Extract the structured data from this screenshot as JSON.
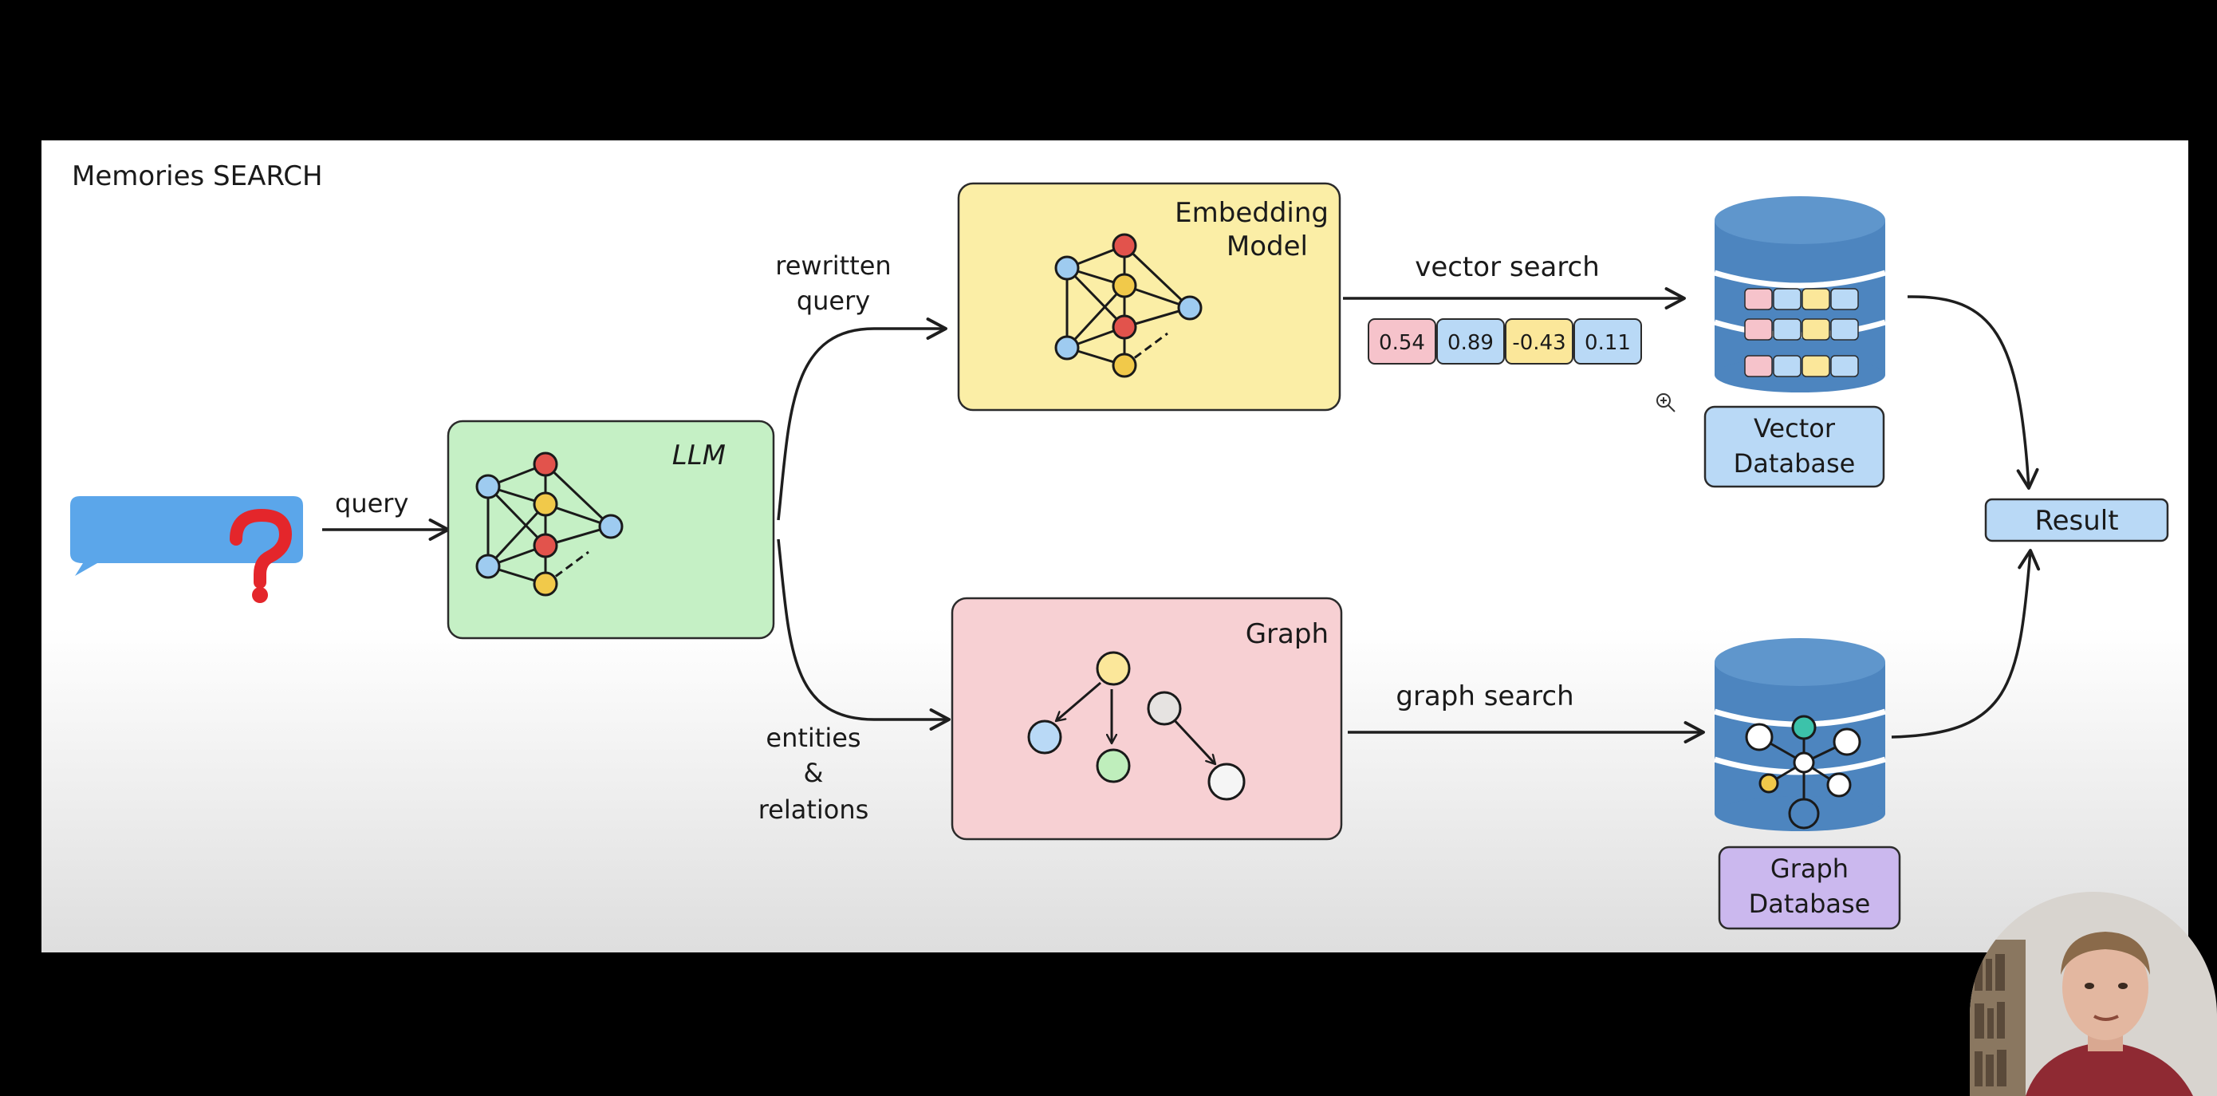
{
  "slide": {
    "title": "Memories SEARCH"
  },
  "labels": {
    "query": "query",
    "rewritten_query_line1": "rewritten",
    "rewritten_query_line2": "query",
    "entities_line1": "entities",
    "entities_line2": "&",
    "entities_line3": "relations",
    "vector_search": "vector search",
    "graph_search": "graph search"
  },
  "nodes": {
    "llm": "LLM",
    "embedding_line1": "Embedding",
    "embedding_line2": "Model",
    "graph": "Graph",
    "vector_db_line1": "Vector",
    "vector_db_line2": "Database",
    "graph_db_line1": "Graph",
    "graph_db_line2": "Database",
    "result": "Result"
  },
  "vector_values": [
    "0.54",
    "0.89",
    "-0.43",
    "0.11"
  ],
  "icons": {
    "chat": "speech-bubble-icon",
    "question": "question-mark-icon",
    "network": "neural-network-icon",
    "database": "database-icon",
    "zoom": "zoom-in-icon"
  },
  "colors": {
    "llm_fill": "#c5f0c5",
    "embedding_fill": "#fbeea6",
    "graph_fill": "#f7d0d3",
    "db_blue": "#4d85bf",
    "label_blue": "#b9d9f6",
    "graph_db_label": "#cbb8ee",
    "node_red": "#e2534c",
    "node_yellow": "#f1c94a",
    "node_blue": "#9ecbf0",
    "bubble": "#5ba6ea",
    "question_red": "#e4262b"
  }
}
